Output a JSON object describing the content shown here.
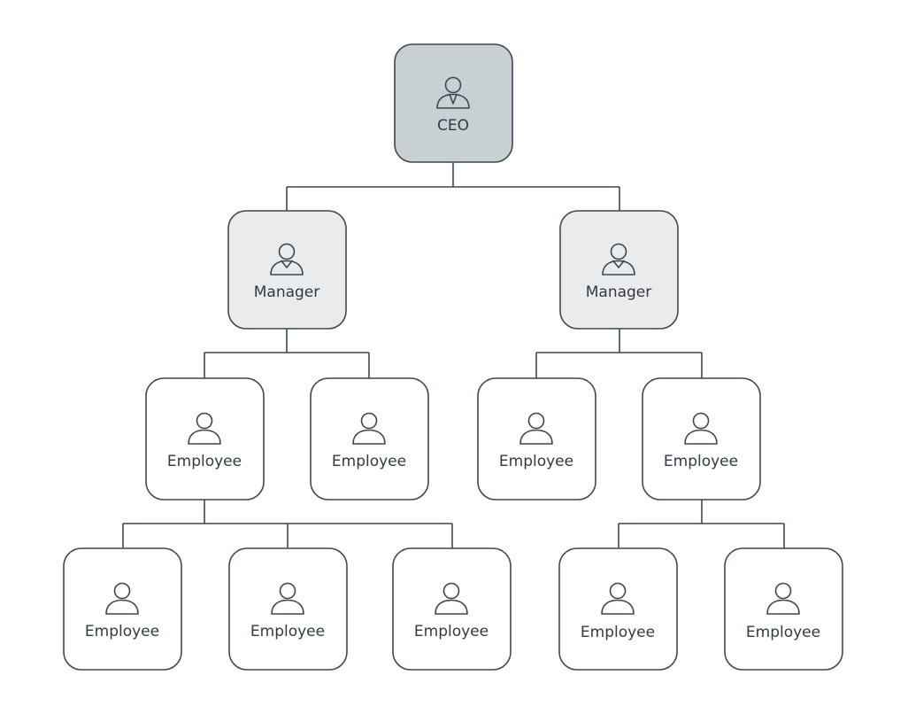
{
  "colors": {
    "ceo_fill": "#c9d0d3",
    "manager_fill": "#eaebec",
    "employee_fill": "#ffffff",
    "stroke": "#3d4752",
    "text": "#2f3a45"
  },
  "nodes": {
    "ceo": {
      "label": "CEO",
      "icon": "executive-person-icon"
    },
    "manager_left": {
      "label": "Manager",
      "icon": "manager-person-icon"
    },
    "manager_right": {
      "label": "Manager",
      "icon": "manager-person-icon"
    },
    "emp_l1": {
      "label": "Employee",
      "icon": "person-icon"
    },
    "emp_l2": {
      "label": "Employee",
      "icon": "person-icon"
    },
    "emp_r1": {
      "label": "Employee",
      "icon": "person-icon"
    },
    "emp_r2": {
      "label": "Employee",
      "icon": "person-icon"
    },
    "emp_b1": {
      "label": "Employee",
      "icon": "person-icon"
    },
    "emp_b2": {
      "label": "Employee",
      "icon": "person-icon"
    },
    "emp_b3": {
      "label": "Employee",
      "icon": "person-icon"
    },
    "emp_b4": {
      "label": "Employee",
      "icon": "person-icon"
    },
    "emp_b5": {
      "label": "Employee",
      "icon": "person-icon"
    }
  }
}
